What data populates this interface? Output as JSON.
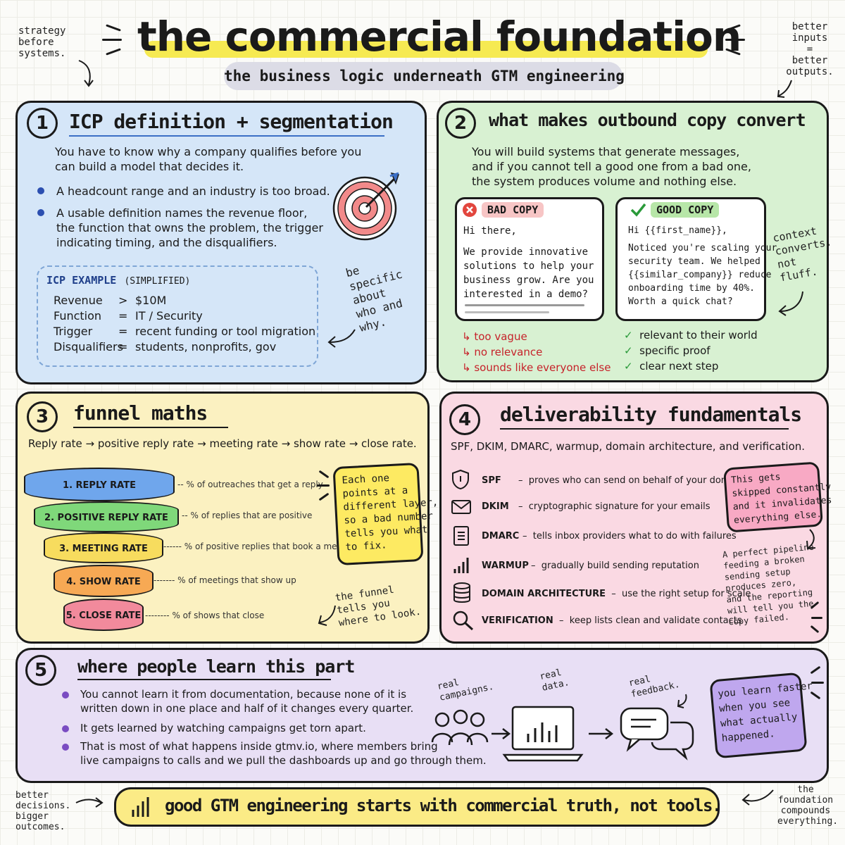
{
  "header": {
    "title": "the commercial foundation",
    "subtitle": "the business logic underneath GTM engineering",
    "note_left": [
      "strategy",
      "before",
      "systems."
    ],
    "note_right": [
      "better",
      "inputs",
      "=",
      "better",
      "outputs."
    ]
  },
  "section1": {
    "number": "1",
    "title": "ICP definition + segmentation",
    "intro": [
      "You have to know why a company qualifies before you",
      "can build a model that decides it."
    ],
    "bullets": [
      [
        "A headcount range and an industry is too broad."
      ],
      [
        "A usable definition names the revenue floor,",
        "the function that owns the problem, the trigger",
        "indicating timing, and the disqualifiers."
      ]
    ],
    "example_title": "ICP EXAMPLE",
    "example_tag": "(SIMPLIFIED)",
    "example_rows": [
      {
        "key": "Revenue",
        "op": ">",
        "value": "$10M"
      },
      {
        "key": "Function",
        "op": "=",
        "value": "IT / Security"
      },
      {
        "key": "Trigger",
        "op": "=",
        "value": "recent funding or tool migration"
      },
      {
        "key": "Disqualifiers",
        "op": "=",
        "value": "students, nonprofits, gov"
      }
    ],
    "side_note": [
      "be",
      "specific",
      "about",
      "who and",
      "why."
    ]
  },
  "section2": {
    "number": "2",
    "title": "what makes outbound copy convert",
    "intro": [
      "You will build systems that generate messages,",
      "and if you cannot tell a good one from a bad one,",
      "the system produces volume and nothing else."
    ],
    "bad_label": "BAD COPY",
    "bad_body": [
      "Hi there,",
      "",
      "We provide innovative",
      "solutions to help your",
      "business grow. Are you",
      "interested in a demo?"
    ],
    "good_label": "GOOD COPY",
    "good_body": [
      "Hi {{first_name}},",
      "",
      "Noticed you're scaling your",
      "security team. We helped",
      "{{similar_company}} reduce",
      "onboarding time by 40%.",
      "Worth a quick chat?"
    ],
    "bad_points": [
      "too vague",
      "no relevance",
      "sounds like everyone else"
    ],
    "good_points": [
      "relevant to their world",
      "specific proof",
      "clear next step"
    ],
    "side_note": [
      "context",
      "converts.",
      "not",
      "fluff."
    ]
  },
  "section3": {
    "number": "3",
    "title": "funnel maths",
    "intro": "Reply rate → positive reply rate → meeting rate → show rate → close rate.",
    "layers": [
      {
        "label": "1. REPLY RATE",
        "note": "% of outreaches that get a reply",
        "color": "#6fa6ec"
      },
      {
        "label": "2. POSITIVE REPLY RATE",
        "note": "% of replies that are positive",
        "color": "#7fd87a"
      },
      {
        "label": "3. MEETING RATE",
        "note": "% of positive replies that book a meeting",
        "color": "#f7dc5e"
      },
      {
        "label": "4. SHOW RATE",
        "note": "% of meetings that show up",
        "color": "#f7a954"
      },
      {
        "label": "5. CLOSE RATE",
        "note": "% of shows that close",
        "color": "#f28a9c"
      }
    ],
    "sticky": [
      "Each one",
      "points at a",
      "different layer,",
      "so a bad number",
      "tells you what",
      "to fix."
    ],
    "side_note": [
      "the funnel",
      "tells you",
      "where to look."
    ]
  },
  "section4": {
    "number": "4",
    "title": "deliverability fundamentals",
    "intro": "SPF, DKIM, DMARC, warmup, domain architecture, and verification.",
    "items": [
      {
        "key": "SPF",
        "desc": "proves who can send on behalf of your domain",
        "icon": "shield-icon"
      },
      {
        "key": "DKIM",
        "desc": "cryptographic signature for your emails",
        "icon": "envelope-icon"
      },
      {
        "key": "DMARC",
        "desc": "tells inbox providers what to do with failures",
        "icon": "document-icon"
      },
      {
        "key": "WARMUP",
        "desc": "gradually build sending reputation",
        "icon": "bar-chart-icon"
      },
      {
        "key": "DOMAIN ARCHITECTURE",
        "desc": "use the right setup for scale",
        "icon": "database-icon"
      },
      {
        "key": "VERIFICATION",
        "desc": "keep lists clean and validate contacts",
        "icon": "magnifier-icon"
      }
    ],
    "sticky": [
      "This gets",
      "skipped constantly",
      "and it invalidates",
      "everything else."
    ],
    "side_note": [
      "A perfect pipeline",
      "feeding a broken",
      "sending setup",
      "produces zero,",
      "and the reporting",
      "will tell you the",
      "copy failed."
    ]
  },
  "section5": {
    "number": "5",
    "title": "where people learn this part",
    "bullets": [
      [
        "You cannot learn it from documentation, because none of it is",
        "written down in one place and half of it changes every quarter."
      ],
      [
        "It gets learned by watching campaigns get torn apart."
      ],
      [
        "That is most of what happens inside gtmv.io, where members bring",
        "live campaigns to calls and we pull the dashboards up and go through them."
      ]
    ],
    "flow_labels": [
      [
        "real",
        "campaigns."
      ],
      [
        "real",
        "data."
      ],
      [
        "real",
        "feedback."
      ]
    ],
    "sticky": [
      "you learn faster",
      "when you see",
      "what actually",
      "happened."
    ]
  },
  "footer": {
    "message": "good GTM engineering starts with commercial truth, not tools.",
    "note_left": [
      "better",
      "decisions.",
      "bigger",
      "outcomes."
    ],
    "note_right": [
      "the",
      "foundation",
      "compounds",
      "everything."
    ]
  }
}
